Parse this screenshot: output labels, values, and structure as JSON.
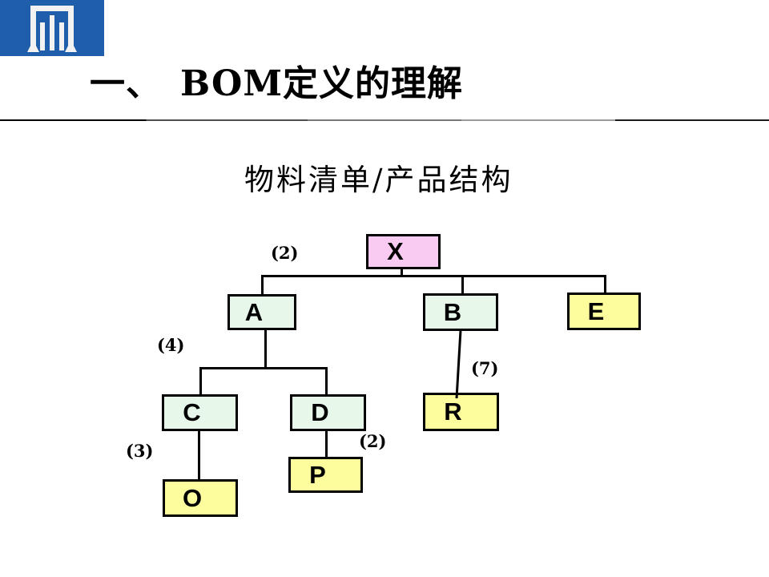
{
  "slide": {
    "title": "一、　BOM定义的理解",
    "subtitle": "物料清单/产品结构"
  },
  "logo": {
    "icon": "pillars-monogram-icon",
    "background": "#1E5EAA"
  },
  "colors": {
    "root_fill": "#F9CBF3",
    "subassembly_fill": "#E7F8EA",
    "leaf_fill": "#FDFD9E",
    "line": "#000000"
  },
  "tree": {
    "nodes": [
      {
        "id": "X",
        "label": "X",
        "level": 0,
        "fill": "pink"
      },
      {
        "id": "A",
        "label": "A",
        "level": 1,
        "fill": "green"
      },
      {
        "id": "B",
        "label": "B",
        "level": 1,
        "fill": "green"
      },
      {
        "id": "E",
        "label": "E",
        "level": 1,
        "fill": "yellow"
      },
      {
        "id": "C",
        "label": "C",
        "level": 2,
        "fill": "green"
      },
      {
        "id": "D",
        "label": "D",
        "level": 2,
        "fill": "green"
      },
      {
        "id": "R",
        "label": "R",
        "level": 2,
        "fill": "yellow"
      },
      {
        "id": "O",
        "label": "O",
        "level": 3,
        "fill": "yellow"
      },
      {
        "id": "P",
        "label": "P",
        "level": 3,
        "fill": "yellow"
      }
    ],
    "edges": [
      {
        "from": "X",
        "to": "A",
        "qty": "(2)"
      },
      {
        "from": "X",
        "to": "B",
        "qty": ""
      },
      {
        "from": "X",
        "to": "E",
        "qty": ""
      },
      {
        "from": "A",
        "to": "C",
        "qty": "(4)"
      },
      {
        "from": "A",
        "to": "D",
        "qty": ""
      },
      {
        "from": "B",
        "to": "R",
        "qty": "(7)"
      },
      {
        "from": "C",
        "to": "O",
        "qty": "(3)"
      },
      {
        "from": "D",
        "to": "P",
        "qty": "(2)"
      }
    ],
    "quantities": [
      {
        "text": "(2)",
        "edge": "X-A"
      },
      {
        "text": "(4)",
        "edge": "A-C"
      },
      {
        "text": "(7)",
        "edge": "B-R"
      },
      {
        "text": "(2)",
        "edge": "D-P"
      },
      {
        "text": "(3)",
        "edge": "C-O"
      }
    ]
  }
}
